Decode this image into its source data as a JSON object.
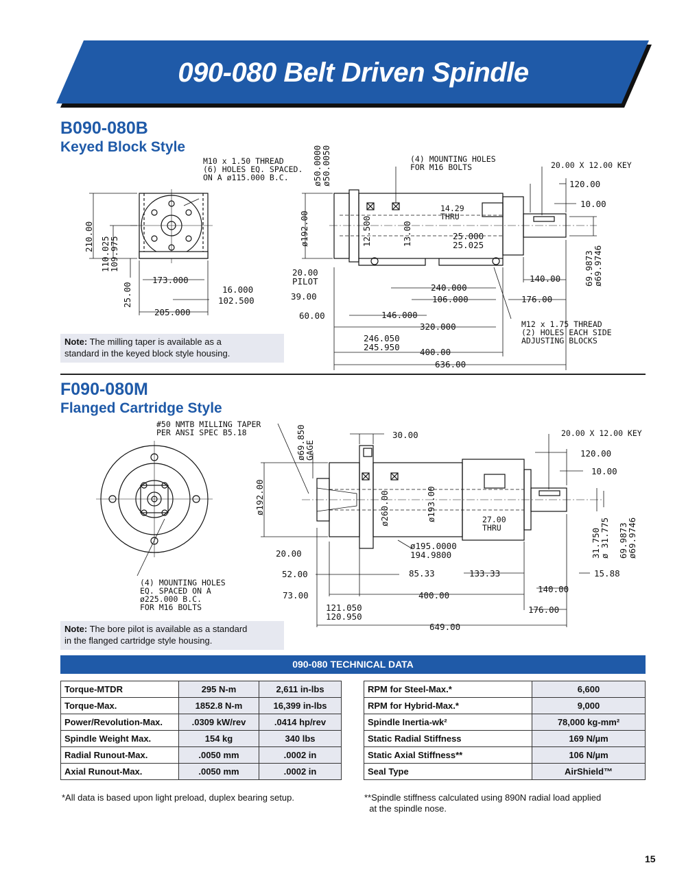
{
  "banner": {
    "title": "090-080 Belt Driven Spindle",
    "color": "#1f5aa8"
  },
  "keyed": {
    "code": "B090-080B",
    "style": "Keyed Block Style",
    "callouts": {
      "thread": "M10 x 1.50 THREAD\n(6) HOLES EQ. SPACED.\nON A ø115.000 B.C.",
      "mounting": "(4) MOUNTING HOLES\nFOR M16 BOLTS",
      "key": "20.00 X 12.00 KEY",
      "adjust": "M12 x 1.75 THREAD\n(2) HOLES EACH SIDE\nADJUSTING BLOCKS",
      "bore": "ø50.0000\nø50.0050",
      "thru": "14.29\nTHRU"
    },
    "dims": {
      "d210": "210.00",
      "d110": "110.025\n109.975",
      "d25": "25.00",
      "d173": "173.000",
      "d16": "16.000",
      "d1025": "102.500",
      "d205": "205.000",
      "d192": "ø192.00",
      "d125": "12.500",
      "d13": "13.00",
      "d25b": "25.000\n25.025",
      "pilot": "20.00\nPILOT",
      "d39": "39.00",
      "d60": "60.00",
      "d240": "240.000",
      "d106": "106.000",
      "d146": "146.000",
      "d320": "320.000",
      "d246": "246.050\n245.950",
      "d400": "400.00",
      "d636": "636.00",
      "d120": "120.00",
      "d10": "10.00",
      "d140": "140.00",
      "d176": "176.00",
      "d69": "69.9873\nø69.9746"
    },
    "note_label": "Note:",
    "note_text": "The milling taper is available as a\nstandard in the keyed block style housing."
  },
  "flanged": {
    "code": "F090-080M",
    "style": "Flanged Cartridge Style",
    "callouts": {
      "taper": "#50 NMTB MILLING TAPER\nPER ANSI SPEC B5.18",
      "gage": "ø69.850\nGAGE",
      "mounting": "(4) MOUNTING HOLES\nEQ. SPACED ON A\nø225.000 B.C.\nFOR M16 BOLTS",
      "key": "20.00 X 12.00 KEY",
      "thru": "27.00\nTHRU"
    },
    "dims": {
      "d30": "30.00",
      "d192": "ø192.00",
      "d260": "ø260.00",
      "d193": "ø193.00",
      "d195": "ø195.0000\n194.9800",
      "d20": "20.00",
      "d52": "52.00",
      "d73": "73.00",
      "d8533": "85.33",
      "d13333": "133.33",
      "d400": "400.00",
      "d121": "121.050\n120.950",
      "d649": "649.00",
      "d120": "120.00",
      "d10": "10.00",
      "d1588": "15.88",
      "d140": "140.00",
      "d176": "176.00",
      "d31": "31.750\nø 31.775",
      "d69": "69.9873\nø69.9746"
    },
    "note_label": "Note:",
    "note_text": "The bore pilot is available as a standard\nin the flanged cartridge style housing."
  },
  "tech": {
    "title": "090-080 TECHNICAL DATA",
    "left_rows": [
      [
        "Torque-MTDR",
        "295 N-m",
        "2,611 in-lbs"
      ],
      [
        "Torque-Max.",
        "1852.8 N-m",
        "16,399 in-lbs"
      ],
      [
        "Power/Revolution-Max.",
        ".0309 kW/rev",
        ".0414 hp/rev"
      ],
      [
        "Spindle Weight Max.",
        "154 kg",
        "340 lbs"
      ],
      [
        "Radial Runout-Max.",
        ".0050 mm",
        ".0002 in"
      ],
      [
        "Axial Runout-Max.",
        ".0050 mm",
        ".0002 in"
      ]
    ],
    "right_rows": [
      [
        "RPM for Steel-Max.*",
        "6,600"
      ],
      [
        "RPM for Hybrid-Max.*",
        "9,000"
      ],
      [
        "Spindle Inertia-wk²",
        "78,000 kg-mm²"
      ],
      [
        "Static Radial Stiffness",
        "169 N/µm"
      ],
      [
        "Static Axial Stiffness**",
        "106 N/µm"
      ],
      [
        "Seal Type",
        "AirShield™"
      ]
    ],
    "footnote_left": "*All data is based upon light preload, duplex bearing setup.",
    "footnote_right": "**Spindle stiffness calculated using 890N radial load applied\n  at the spindle nose."
  },
  "page_number": "15"
}
